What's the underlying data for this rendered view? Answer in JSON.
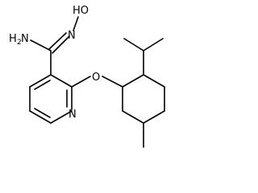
{
  "molecule": {
    "atom_labels": {
      "hydroxyl": "HO",
      "imine_n": "N",
      "amine_h": "H",
      "amine_sub": "2",
      "amine_n": "N",
      "ether_o": "O",
      "pyridine_n": "N"
    },
    "colors": {
      "bond": "#000000",
      "label": "#000000",
      "background": "#ffffff"
    }
  }
}
